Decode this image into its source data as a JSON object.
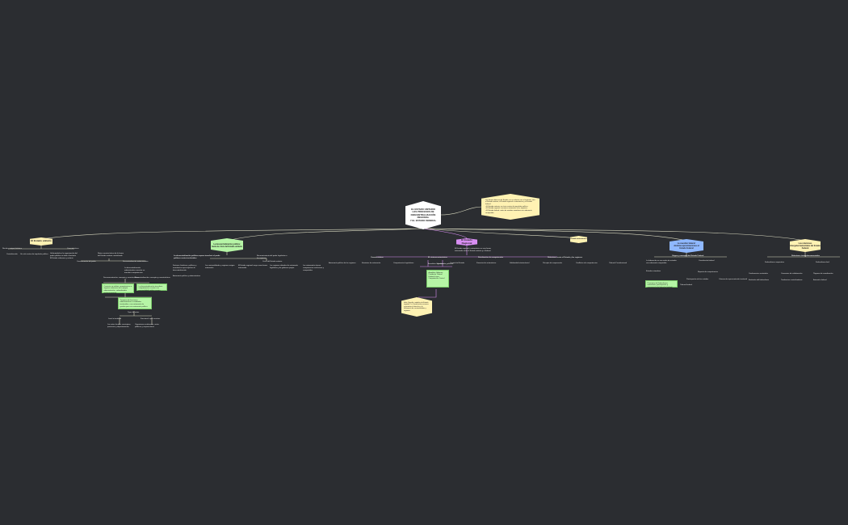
{
  "colors": {
    "background": "#2b2d31",
    "central": "#ffffff",
    "yellow": "#fff2b3",
    "green": "#b6f5a6",
    "purple": "#d88ef2",
    "blue": "#8fb8ff",
    "line_default": "#d9d9c0",
    "line_purple": "#d88ef2"
  },
  "central": {
    "title": "EL ESTADO UNITARIO\nLOS PROCESOS DE\nDESCENTRALIZACIÓN\nREGIONAL\nY EL ESTADO FEDERAL"
  },
  "note": {
    "text": "Las formas básicas del Estado, en su relación con el territorio, son: el Estado unitario, el Estado regional o autonómico y el Estado federal.\n• El Estado unitario: un único centro de impulsión política.\n• El Estado regional: reconoce autonomía a las regiones.\n• El Estado federal: unión de estados miembros con soberanía compartida."
  },
  "branches": {
    "b1": {
      "label": "El Estado unitario",
      "sub1": "Noción y origen histórico",
      "sub2": "Características",
      "l1": "Centralización",
      "l2": "Un solo centro de impulsión política",
      "l3": "Uniformidad en la organización del\npoder público en todo el territorio\nEl Estado soberano y unitario",
      "l4": "Notas características de la forma\ndel Estado unitario centralizado",
      "l5": "Concentración del poder",
      "l6": "Descentralización administrativa",
      "l7": "La descentralización\nadministrativa consiste en\ntransferir competencias",
      "l8": "Desconcentración: concepto y características",
      "l9": "Descentralización: concepto y características",
      "g1": "Consiste en atribuir competencias a órganos inferiores de la propia administración, subordinados jerárquicamente.",
      "g2": "La descentralización transfiere competencias a entes con personalidad jurídica propia.",
      "g3": "Traspaso de funciones administrativas a entidades territoriales, con autonomía de gestión pero sin autonomía política.",
      "l10": "Tipos de entes",
      "l11": "Local o territorial",
      "l12": "Funcional o por servicios",
      "l13": "Los entes locales: municipios,\nprovincias y departamentos",
      "l14": "Organismos autónomos, entes\npúblicos y corporaciones"
    },
    "b2": {
      "label": "La descentralización política:\nhacia la crisis del Estado unitario",
      "intro": "La descentralización política supone transferir el poder político a entes territoriales",
      "l1": "Reconocimiento del poder legislativo a las regiones",
      "l2": "Crisis del Estado unitario",
      "l3": "Factores históricos, políticos y económicos que impulsan la descentralización",
      "l4": "Las nacionalidades y regiones exigen autonomía",
      "l5": "Autonomía política y administrativa",
      "l6": "El Estado regional surge como forma intermedia",
      "l7": "Las regiones dotadas de autonomía legislativa y de gobierno propio",
      "l8": "Las autonomías tienen competencias exclusivas y compartidas"
    },
    "b3": {
      "label": "El Estado Regional",
      "tag": "Estado autonómico",
      "intro": "El Estado regional o autonómico es una forma intermedia entre el Estado unitario y el federal",
      "h1": "Características",
      "h2": "El sistema autonómico",
      "h3": "Distribución de competencias",
      "h4": "Relaciones entre el Estado y las regiones",
      "l1": "Autonomía política de las regiones",
      "l2": "Estatutos de autonomía",
      "l3": "Competencias legislativas",
      "l4": "Control del Estado",
      "l5": "Financiación autonómica",
      "l6": "Solidaridad interterritorial",
      "l7": "Principio de cooperación",
      "l8": "Conflictos de competencias",
      "l9": "Tribunal Constitucional",
      "l10": "Asamblea legislativa",
      "l11": "Consejo de gobierno",
      "g1": "Asamblea\nGobierno\nPresidente\nTribunal\nEstatuto\nLeyes\nCompetencias\nControl",
      "y1": "Italia, España: modelos de Estado regional. La Constitución reconoce y garantiza el derecho a la autonomía de nacionalidades y regiones."
    },
    "b4": {
      "label": "La cuestión federal:\ndistintas aproximaciones al\nEstado Federal",
      "h1": "Origen y concepto del Estado Federal",
      "l1": "La federación es una unión de estados con soberanía compartida",
      "l2": "Constitución federal",
      "l3": "Estados miembros",
      "l4": "Reparto de competencias",
      "l5": "Participación de los estados",
      "l6": "Cámara de representación territorial",
      "l7": "Tribunal federal",
      "g1": "Principios del federalismo: autonomía, participación y supremacía del derecho federal."
    },
    "b5": {
      "label": "Las relaciones\nintergubernamentales del Estado\nFederal",
      "h1": "Relaciones intergubernamentales",
      "l1": "Federalismo cooperativo",
      "l2": "Federalismo dual",
      "l3": "Conferencias sectoriales",
      "l4": "Convenios de colaboración",
      "l5": "Órganos de coordinación",
      "l6": "Evolución del federalismo",
      "l7": "Tendencias centralizadoras",
      "l8": "Asimetría federal"
    }
  }
}
